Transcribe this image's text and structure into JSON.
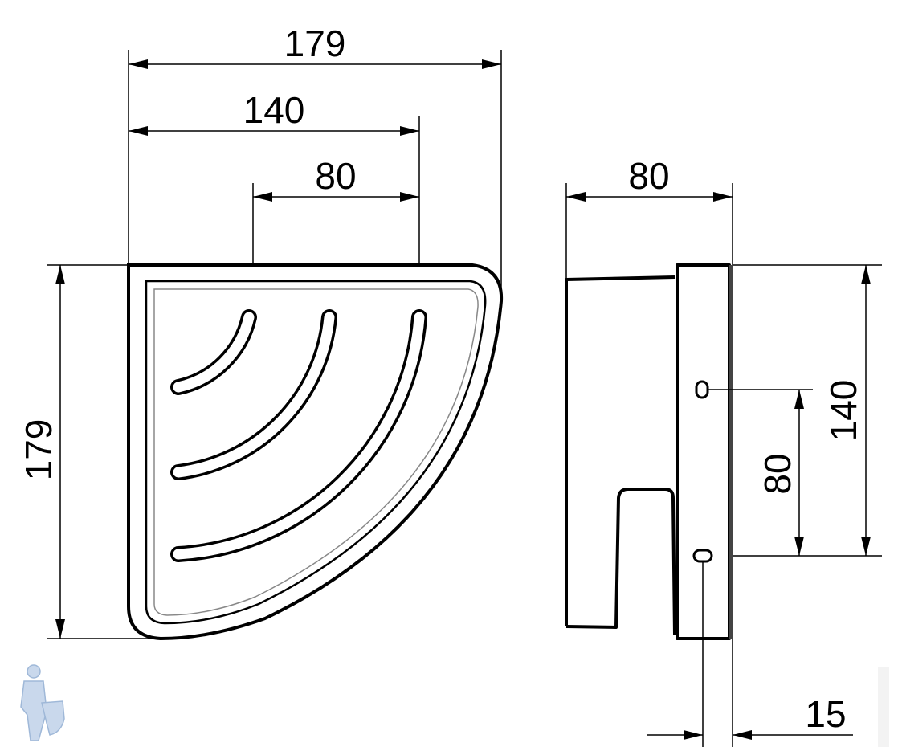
{
  "dimensions": {
    "front_width_total": "179",
    "front_width_mid": "140",
    "front_width_inner": "80",
    "front_height": "179",
    "side_depth": "80",
    "side_height": "140",
    "side_hole_spacing": "80",
    "side_thickness": "15"
  },
  "colors": {
    "line": "#000000",
    "logo": "#9fb8d8"
  }
}
